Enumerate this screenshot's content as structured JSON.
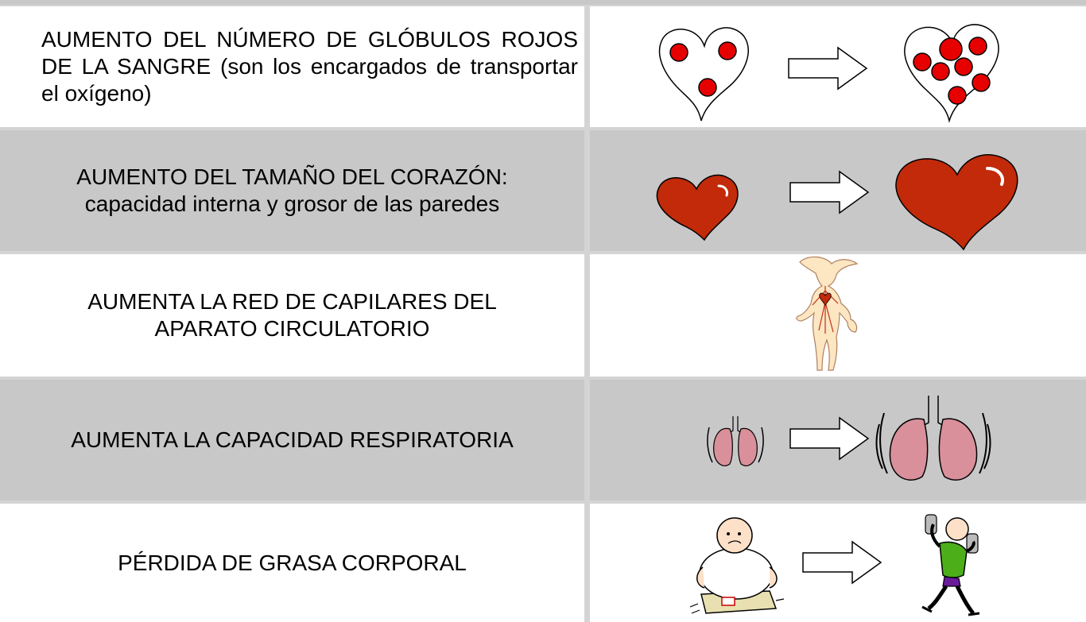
{
  "rows": [
    {
      "text": "AUMENTO DEL NÚMERO DE GLÓBULOS ROJOS DE LA SANGRE (son los encargados de transportar el oxígeno)",
      "icon": "blood-cells-heart-icon"
    },
    {
      "text": "AUMENTO DEL TAMAÑO DEL CORAZÓN: capacidad interna y grosor de las paredes",
      "icon": "heart-size-icon"
    },
    {
      "text": "AUMENTA LA RED DE CAPILARES DEL APARATO CIRCULATORIO",
      "icon": "circulatory-body-icon"
    },
    {
      "text": "AUMENTA LA CAPACIDAD RESPIRATORIA",
      "icon": "lungs-icon"
    },
    {
      "text": "PÉRDIDA DE GRASA CORPORAL",
      "icon": "fat-loss-icon"
    }
  ],
  "colors": {
    "red_cell": "#e60000",
    "heart": "#c22a0a",
    "lung": "#d9909a",
    "row_grey": "#c8c8c8",
    "row_white": "#ffffff"
  }
}
